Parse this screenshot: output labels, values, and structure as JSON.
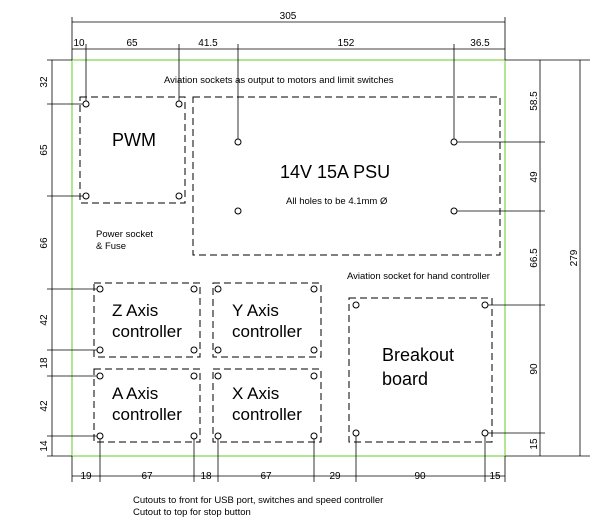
{
  "overall": {
    "width": "305",
    "height": "279"
  },
  "top_dims": [
    "10",
    "65",
    "41.5",
    "152",
    "36.5"
  ],
  "bottom_dims": [
    "19",
    "67",
    "18",
    "67",
    "29",
    "90",
    "15"
  ],
  "left_dims": [
    "32",
    "65",
    "66",
    "42",
    "18",
    "42",
    "14"
  ],
  "right_dims": [
    "58.5",
    "49",
    "66.5",
    "90",
    "15"
  ],
  "labels": {
    "aviation_top": "Aviation sockets as output to motors and limit switches",
    "pwm": "PWM",
    "psu": "14V 15A PSU",
    "holes": "All holes to be 4.1mm Ø",
    "power1": "Power socket",
    "power2": "& Fuse",
    "aviation_hand": "Aviation socket for hand controller",
    "z1": "Z Axis",
    "z2": "controller",
    "y1": "Y Axis",
    "y2": "controller",
    "a1": "A Axis",
    "a2": "controller",
    "x1": "X Axis",
    "x2": "controller",
    "b1": "Breakout",
    "b2": "board",
    "cut1": "Cutouts to front for USB port, switches and speed controller",
    "cut2": "Cutout to top for stop button"
  },
  "colors": {
    "outline": "#7fd44a",
    "line": "#000000"
  }
}
